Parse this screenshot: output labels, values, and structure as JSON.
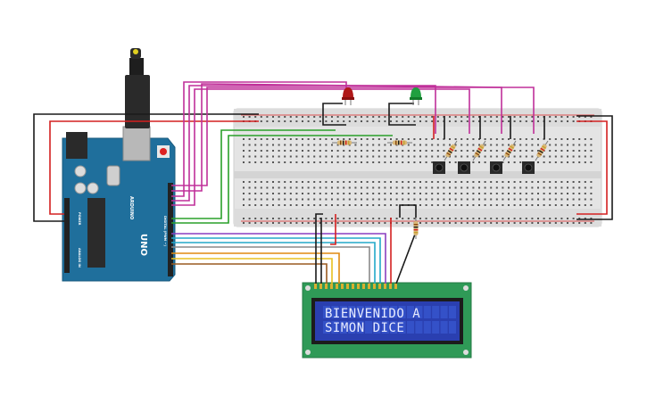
{
  "lcd": {
    "line1": "BIENVENIDO A",
    "line2": "SIMON DICE"
  },
  "arduino": {
    "label_uno": "UNO",
    "label_brand": "ARDUINO",
    "label_digital": "DIGITAL (PWM ~)",
    "label_analog": "ANALOG IN",
    "label_power": "POWER"
  },
  "colors": {
    "arduino_board": "#1f6f9c",
    "breadboard": "#e6e6e6",
    "lcd_pcb": "#2f9a57",
    "lcd_screen": "#2a3fb0",
    "wire_magenta": "#c0309a",
    "wire_red": "#d42020",
    "wire_black": "#1a1a1a",
    "wire_green": "#2aa02a",
    "wire_purple": "#8a3fc0",
    "wire_cyan": "#22a8c8",
    "wire_orange": "#e08a10",
    "wire_yellow": "#e8c020",
    "wire_gray": "#8a8a8a",
    "wire_brown": "#9a5a20",
    "led_red": "#b01818",
    "led_green": "#20a040"
  },
  "components": {
    "leds": [
      "led-red",
      "led-green"
    ],
    "buttons_count": 4,
    "resistors_count": 7
  }
}
